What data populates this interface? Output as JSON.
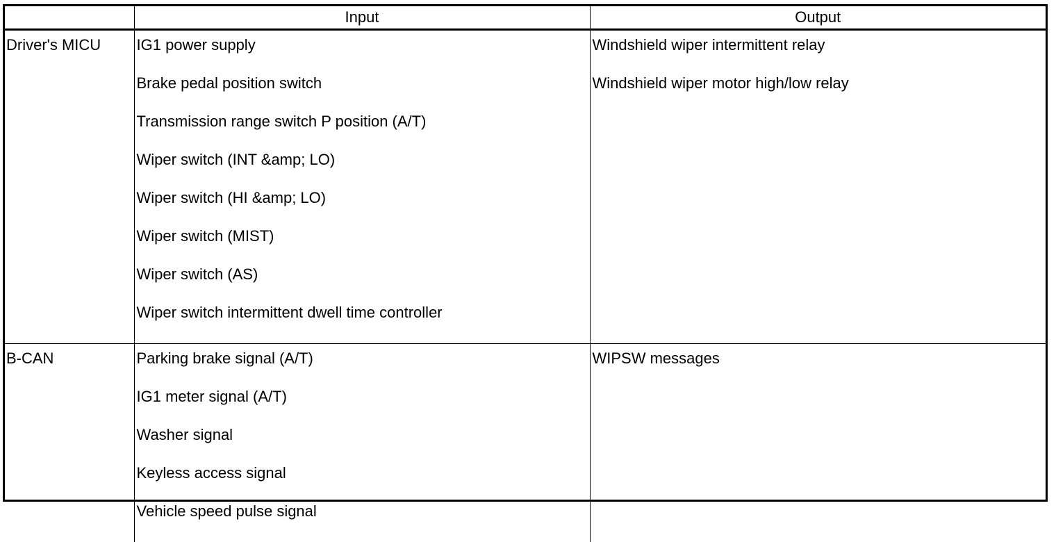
{
  "table": {
    "headers": [
      "",
      "Input",
      "Output"
    ],
    "groups": [
      {
        "name": "Driver's MICU",
        "inputs": [
          "IG1 power supply",
          "Brake pedal position switch",
          "Transmission range switch P position (A/T)",
          "Wiper switch (INT &amp; LO)",
          "Wiper switch (HI &amp; LO)",
          "Wiper switch (MIST)",
          "Wiper switch (AS)",
          "Wiper switch intermittent dwell time controller"
        ],
        "outputs": [
          "Windshield wiper intermittent relay",
          "Windshield wiper motor high/low relay"
        ]
      },
      {
        "name": "B-CAN",
        "inputs": [
          "Parking brake signal (A/T)",
          "IG1 meter signal (A/T)",
          "Washer signal",
          "Keyless access signal",
          "Vehicle speed pulse signal"
        ],
        "outputs": [
          "WIPSW messages"
        ]
      }
    ]
  }
}
